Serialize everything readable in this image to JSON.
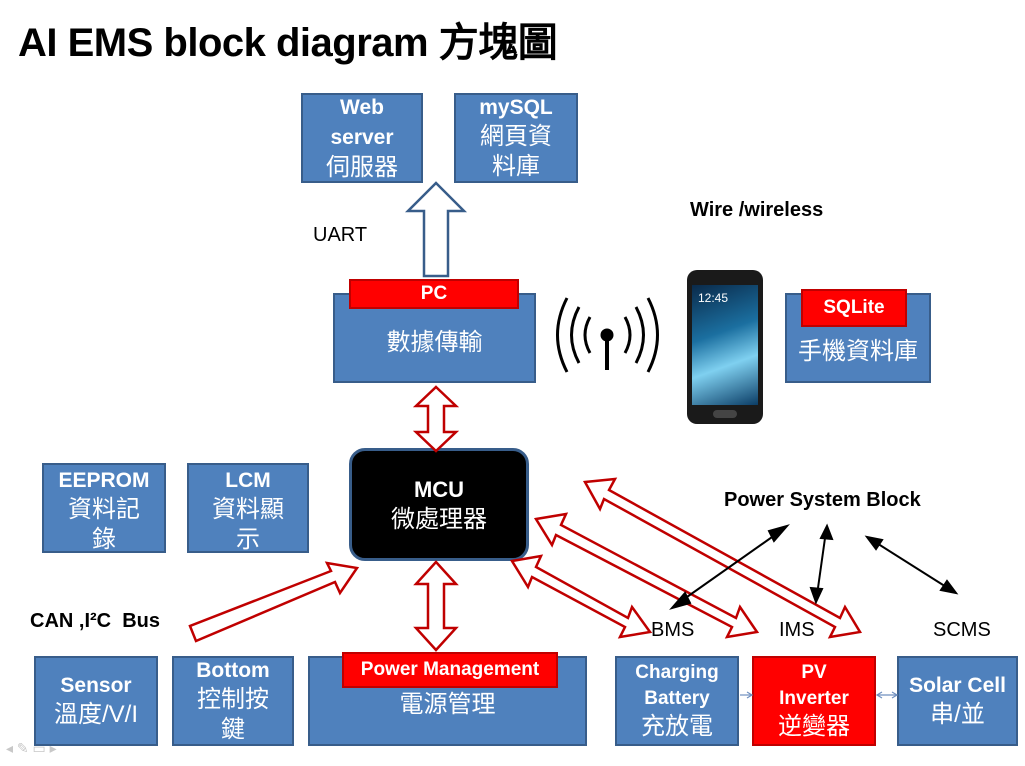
{
  "title": "AI EMS block diagram 方塊圖",
  "boxes": {
    "web_server": {
      "en": "Web server",
      "zh": "伺服器"
    },
    "mysql": {
      "en": "mySQL",
      "zh": "網頁資料庫"
    },
    "pc": {
      "tag": "PC",
      "zh": "數據傳輸"
    },
    "sqlite": {
      "tag": "SQLite",
      "zh": "手機資料庫"
    },
    "mcu": {
      "en": "MCU",
      "zh": "微處理器"
    },
    "eeprom": {
      "en": "EEPROM",
      "zh": "資料記錄"
    },
    "lcm": {
      "en": "LCM",
      "zh": "資料顯示"
    },
    "sensor": {
      "en": "Sensor",
      "zh": "溫度/V/I"
    },
    "bottom": {
      "en": "Bottom",
      "zh": "控制按鍵"
    },
    "power_mgmt": {
      "tag": "Power Management",
      "zh": "電源管理"
    },
    "charging": {
      "en": "Charging Battery",
      "zh": "充放電"
    },
    "pv": {
      "en": "PV Inverter",
      "zh": "逆變器"
    },
    "solar": {
      "en": "Solar Cell",
      "zh": "串/並"
    }
  },
  "labels": {
    "uart": "UART",
    "wire": "Wire /wireless",
    "power_system": "Power System Block",
    "can_bus": "CAN ,I²C  Bus",
    "bms": "BMS",
    "ims": "IMS",
    "scms": "SCMS"
  },
  "phone": {
    "clock": "12:45"
  },
  "colors": {
    "box_fill": "#4f81bd",
    "box_border": "#385d8a",
    "accent_red": "#ff0000",
    "arrow_red": "#c00000",
    "arrow_blue": "#385d8a"
  }
}
